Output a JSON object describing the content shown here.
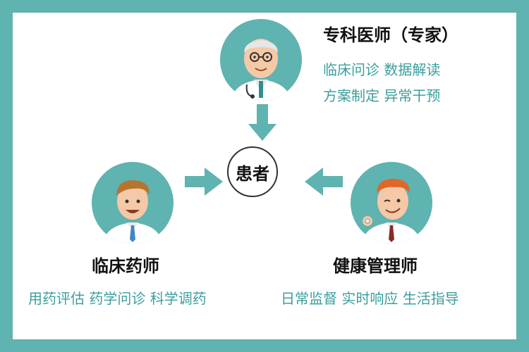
{
  "center": {
    "label": "患者"
  },
  "specialist": {
    "title": "专科医师（专家）",
    "line1": "临床问诊  数据解读",
    "line2": "方案制定  异常干预"
  },
  "pharmacist": {
    "title": "临床药师",
    "line1": "用药评估 药学问诊 科学调药"
  },
  "health_manager": {
    "title": "健康管理师",
    "line1": "日常监督 实时响应 生活指导"
  },
  "colors": {
    "teal": "#5fb3b0",
    "accent_text": "#3a9f9c",
    "arrow": "#5fb3b0"
  }
}
